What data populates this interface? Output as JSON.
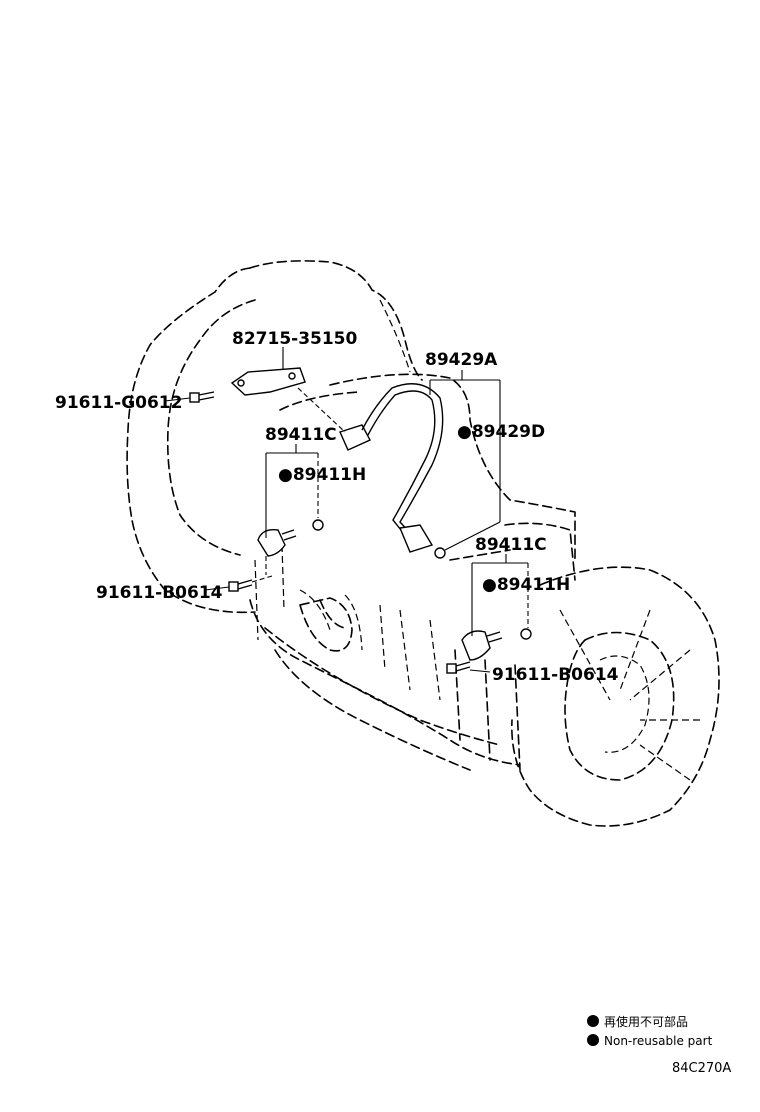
{
  "callouts": {
    "bracket": "82715-35150",
    "bolt_upper": "91611-G0612",
    "harness": "89429A",
    "harness_oring": "●89429D",
    "sensor_left": "89411C",
    "sensor_left_oring": "●89411H",
    "bolt_left": "91611-B0614",
    "sensor_right": "89411C",
    "sensor_right_oring": "●89411H",
    "bolt_right": "91611-B0614"
  },
  "legend": {
    "jp": "再使用不可部品",
    "en": "Non-reusable part"
  },
  "diagram_code": "84C270A",
  "colors": {
    "ink": "#000000",
    "paper": "#ffffff"
  }
}
